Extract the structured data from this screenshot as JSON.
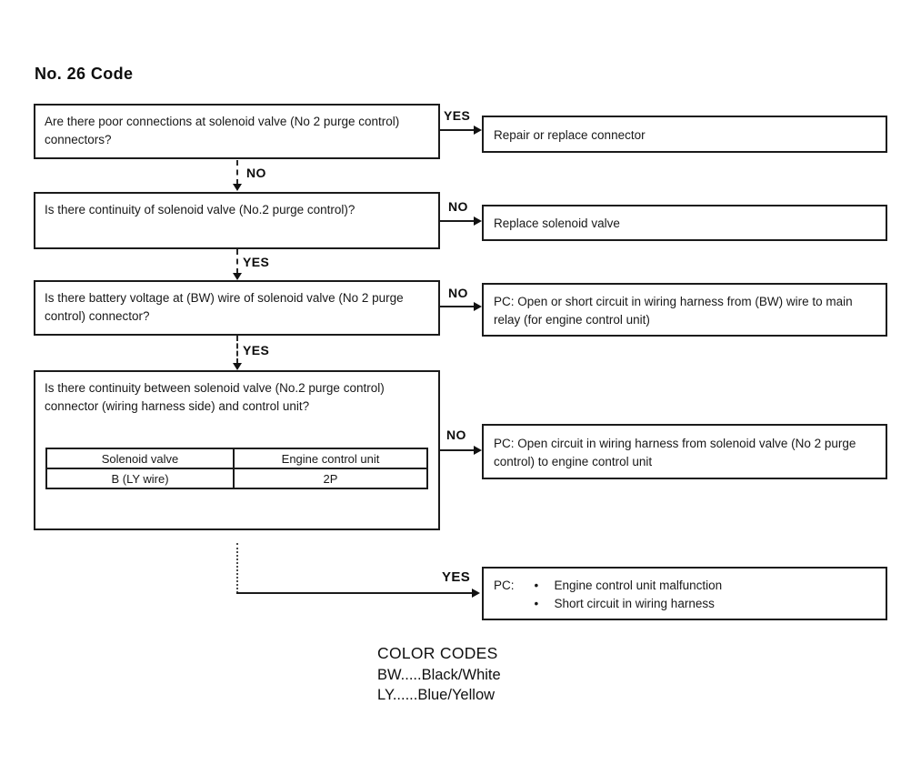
{
  "title": "No. 26 Code",
  "glyphs": {
    "bullet": "•"
  },
  "colors": {
    "ink": "#1b1b1b",
    "background": "#ffffff"
  },
  "flow": {
    "steps": [
      {
        "question": "Are there poor connections at solenoid valve (No 2 purge control) connectors?",
        "branch_label": "YES",
        "result": "Repair or replace connector",
        "down_label": "NO"
      },
      {
        "question": "Is there continuity of solenoid valve (No.2 purge control)?",
        "branch_label": "NO",
        "result": "Replace solenoid valve",
        "down_label": "YES"
      },
      {
        "question": "Is there battery voltage at (BW) wire of solenoid valve (No 2 purge control) connector?",
        "branch_label": "NO",
        "result": "PC: Open or short circuit in wiring harness from (BW) wire to main relay (for engine control unit)",
        "down_label": "YES"
      },
      {
        "question": "Is there continuity between solenoid valve (No.2 purge control) connector (wiring harness side) and control unit?",
        "branch_label": "NO",
        "result": "PC: Open circuit in wiring harness from solenoid valve (No 2 purge control) to engine control unit",
        "table": {
          "headers": [
            "Solenoid valve",
            "Engine control unit"
          ],
          "rows": [
            [
              "B (LY wire)",
              "2P"
            ]
          ]
        }
      },
      {
        "branch_label": "YES",
        "result_prefix": "PC:",
        "bullets": [
          "Engine control unit malfunction",
          "Short circuit in wiring harness"
        ]
      }
    ]
  },
  "color_codes": {
    "title": "COLOR CODES",
    "entries": [
      "BW.....Black/White",
      "LY......Blue/Yellow"
    ]
  }
}
